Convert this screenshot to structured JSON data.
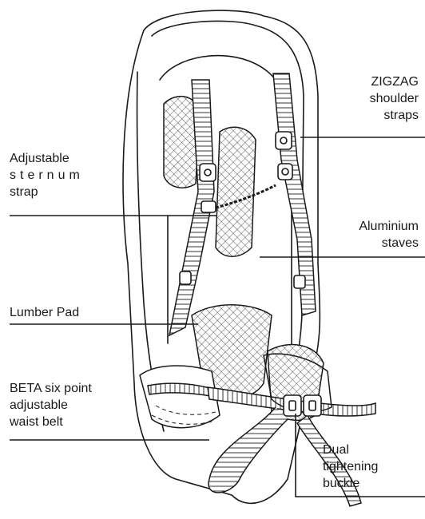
{
  "labels": {
    "shoulder": [
      "ZIGZAG",
      "shoulder",
      "straps"
    ],
    "sternum": [
      "Adjustable",
      "sternum",
      "strap"
    ],
    "staves": [
      "Aluminium",
      "staves"
    ],
    "lumber": [
      "Lumber Pad"
    ],
    "waist": [
      "BETA six point",
      "adjustable",
      "waist belt"
    ],
    "buckle": [
      "Dual",
      "tightening",
      "buckle"
    ]
  },
  "colors": {
    "ink": "#1a1a1a",
    "background": "#ffffff"
  }
}
